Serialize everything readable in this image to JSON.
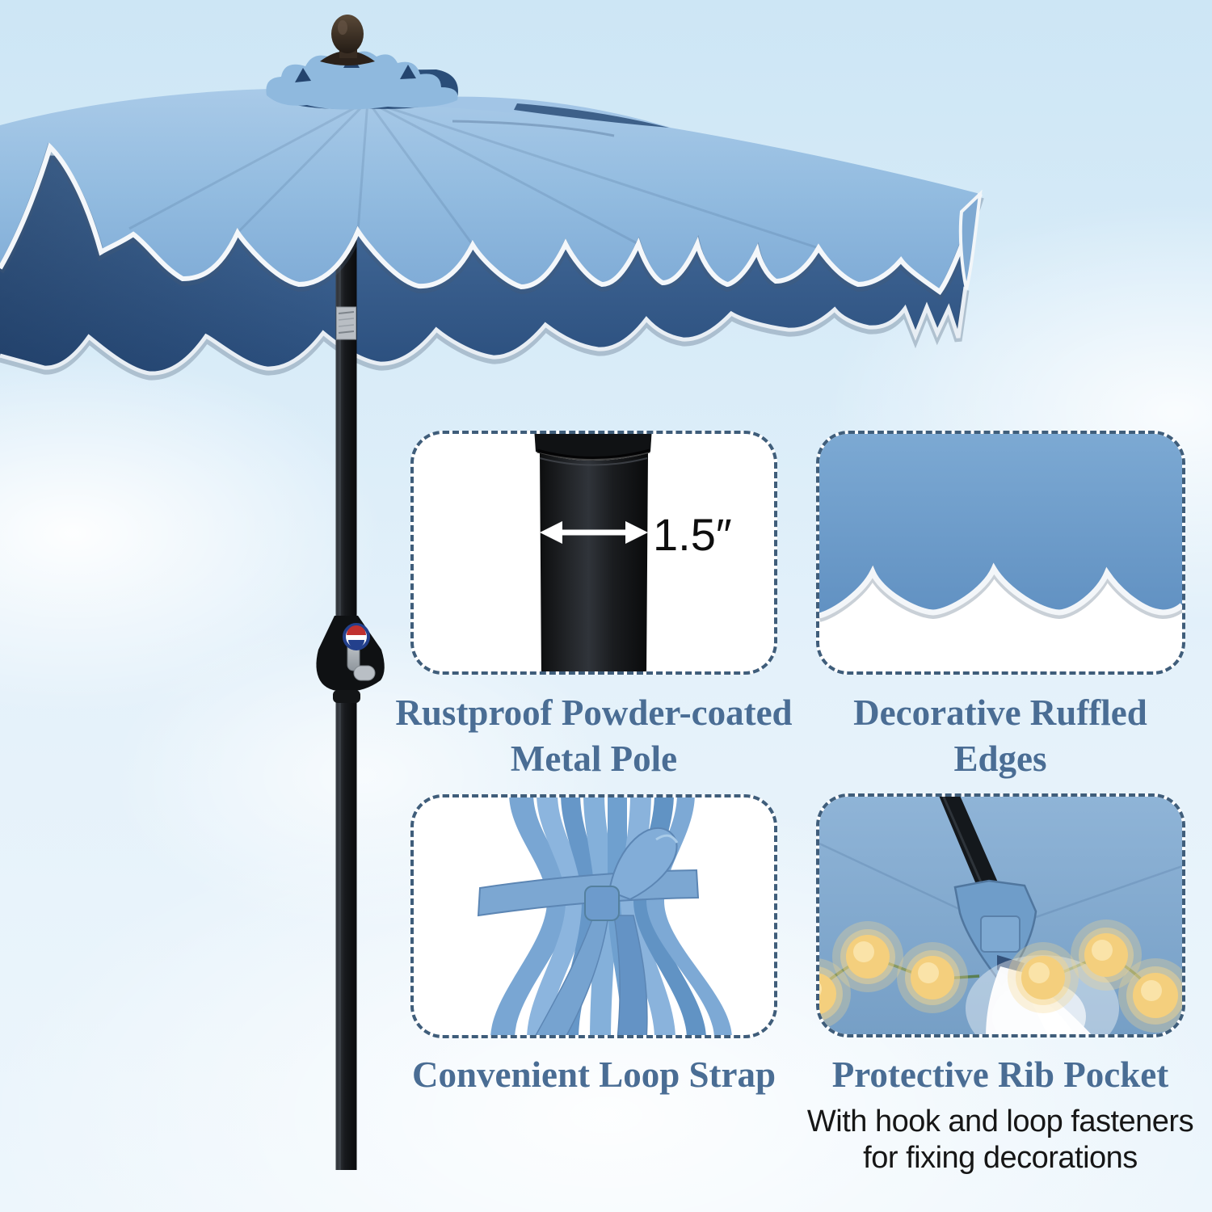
{
  "features": {
    "pole": {
      "title_line1": "Rustproof Powder-coated",
      "title_line2": "Metal Pole",
      "measurement": "1.5″"
    },
    "ruffle": {
      "title_line1": "Decorative Ruffled",
      "title_line2": "Edges"
    },
    "strap": {
      "title_line1": "Convenient Loop Strap"
    },
    "pocket": {
      "title_line1": "Protective Rib Pocket",
      "subtitle_line1": "With hook and loop fasteners",
      "subtitle_line2": "for fixing decorations"
    }
  },
  "colors": {
    "caption_text": "#4a6d94",
    "subtitle_text": "#161616",
    "dashed_border": "#3f5d7a",
    "canopy_light_blue": "#8fb7dc",
    "valance_navy": "#31567f",
    "trim_white": "#f4f7fa",
    "pole_black": "#17191c",
    "string_light_yellow": "#f4cf7d",
    "sky_top": "#cde6f5",
    "sky_bottom": "#edf6fc"
  }
}
